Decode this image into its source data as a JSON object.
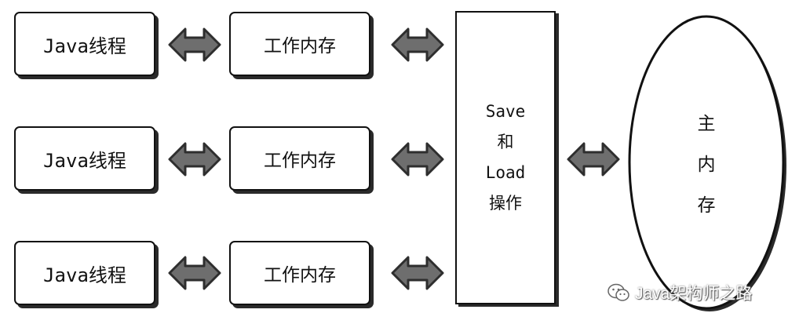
{
  "threads": [
    {
      "label": "Java线程"
    },
    {
      "label": "Java线程"
    },
    {
      "label": "Java线程"
    }
  ],
  "work_memory": [
    {
      "label": "工作内存"
    },
    {
      "label": "工作内存"
    },
    {
      "label": "工作内存"
    }
  ],
  "save_load": {
    "line1": "Save",
    "line2": "和",
    "line3": "Load",
    "line4": "操作"
  },
  "main_memory": {
    "char1": "主",
    "char2": "内",
    "char3": "存"
  },
  "watermark": {
    "text": "Java架构师之路",
    "icon": "wechat-icon"
  },
  "colors": {
    "arrow_fill": "#6e6e6e",
    "arrow_stroke": "#2e2e2e",
    "border": "#111111"
  }
}
